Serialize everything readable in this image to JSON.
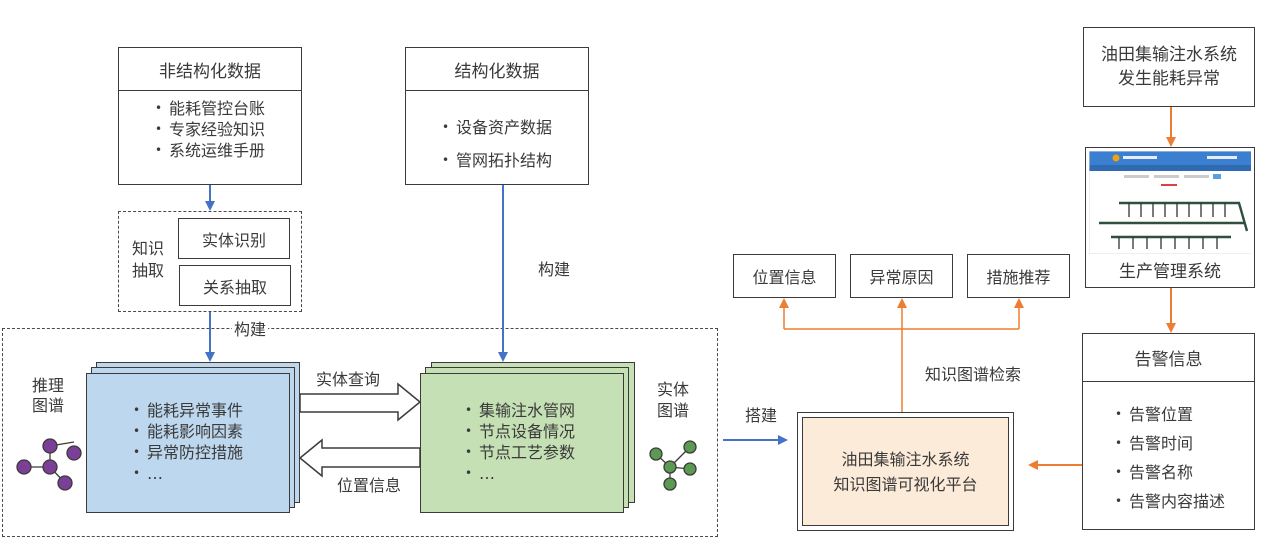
{
  "unstructured": {
    "title": "非结构化数据",
    "items": [
      "能耗管控台账",
      "专家经验知识",
      "系统运维手册"
    ]
  },
  "structured": {
    "title": "结构化数据",
    "items": [
      "设备资产数据",
      "管网拓扑结构"
    ]
  },
  "extraction": {
    "label_line1": "知识",
    "label_line2": "抽取",
    "steps": [
      "实体识别",
      "关系抽取"
    ]
  },
  "edges": {
    "build_top": "构建",
    "build_right": "构建",
    "entity_query": "实体查询",
    "location_info": "位置信息",
    "deploy": "搭建",
    "kg_search": "知识图谱检索"
  },
  "reasoning_graph": {
    "label_line1": "推理",
    "label_line2": "图谱",
    "items": [
      "能耗异常事件",
      "能耗影响因素",
      "异常防控措施",
      "…"
    ],
    "color": "#bdd7ee",
    "node_color": "#7b3f98"
  },
  "entity_graph": {
    "label_line1": "实体",
    "label_line2": "图谱",
    "items": [
      "集输注水管网",
      "节点设备情况",
      "节点工艺参数",
      "…"
    ],
    "color": "#c5e0b4",
    "node_color": "#5a9a52"
  },
  "outputs": [
    "位置信息",
    "异常原因",
    "措施推荐"
  ],
  "platform": {
    "line1": "油田集输注水系统",
    "line2": "知识图谱可视化平台",
    "color": "#fcebd9"
  },
  "anomaly": {
    "line1": "油田集输注水系统",
    "line2": "发生能耗异常"
  },
  "production_system": {
    "label": "生产管理系统"
  },
  "alarm": {
    "title": "告警信息",
    "items": [
      "告警位置",
      "告警时间",
      "告警名称",
      "告警内容描述"
    ]
  },
  "colors": {
    "blue_arrow": "#4472c4",
    "orange_arrow": "#ed7d31",
    "border": "#3e3a39"
  }
}
